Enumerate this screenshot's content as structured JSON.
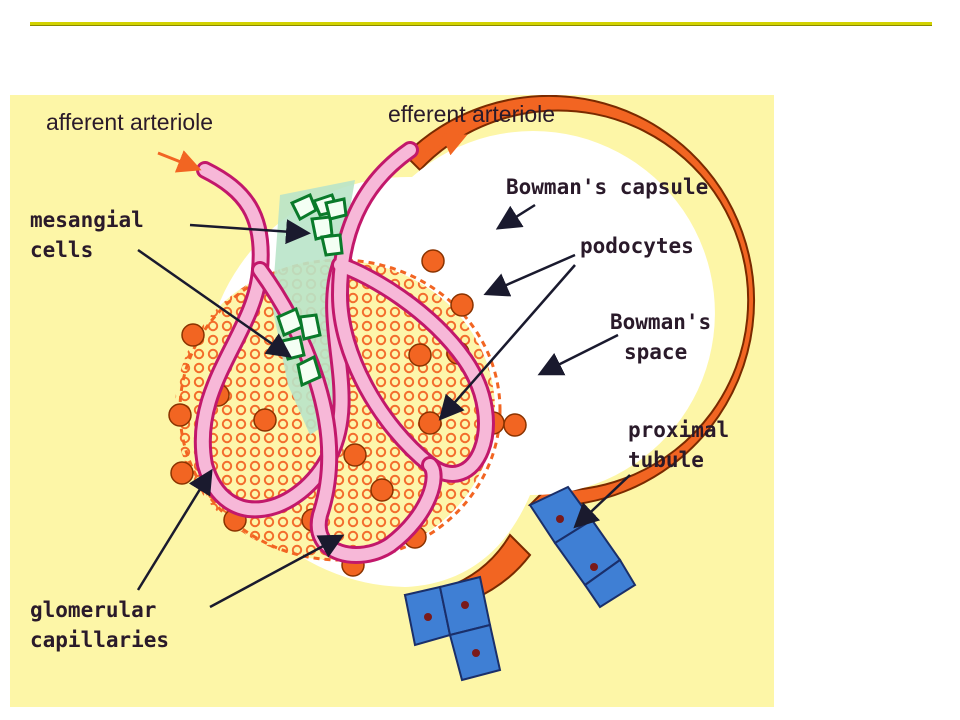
{
  "labels": {
    "afferent_arteriole": "afferent arteriole",
    "efferent_arteriole": "efferent arteriole",
    "bowmans_capsule": "Bowman's capsule",
    "mesangial_cells": [
      "mesangial",
      "cells"
    ],
    "podocytes": "podocytes",
    "bowmans_space": [
      "Bowman's",
      "space"
    ],
    "proximal_tubule": [
      "proximal",
      "tubule"
    ],
    "glomerular_capillaries": [
      "glomerular",
      "capillaries"
    ]
  },
  "colors": {
    "panel_background": "#fdf6a7",
    "capsule": "#f26522",
    "capillary": "#f7b8d8",
    "capillary_outline": "#c2186b",
    "mesangial": "#b9e4c9",
    "mesangial_outline": "#0a7a2a",
    "tubule": "#3f7fd4",
    "arrow": "#f26522",
    "pointer": "#1a1a2e"
  },
  "icons": {
    "flow_arrow": "flow-arrow-icon",
    "pointer_arrow": "pointer-arrow-icon"
  }
}
